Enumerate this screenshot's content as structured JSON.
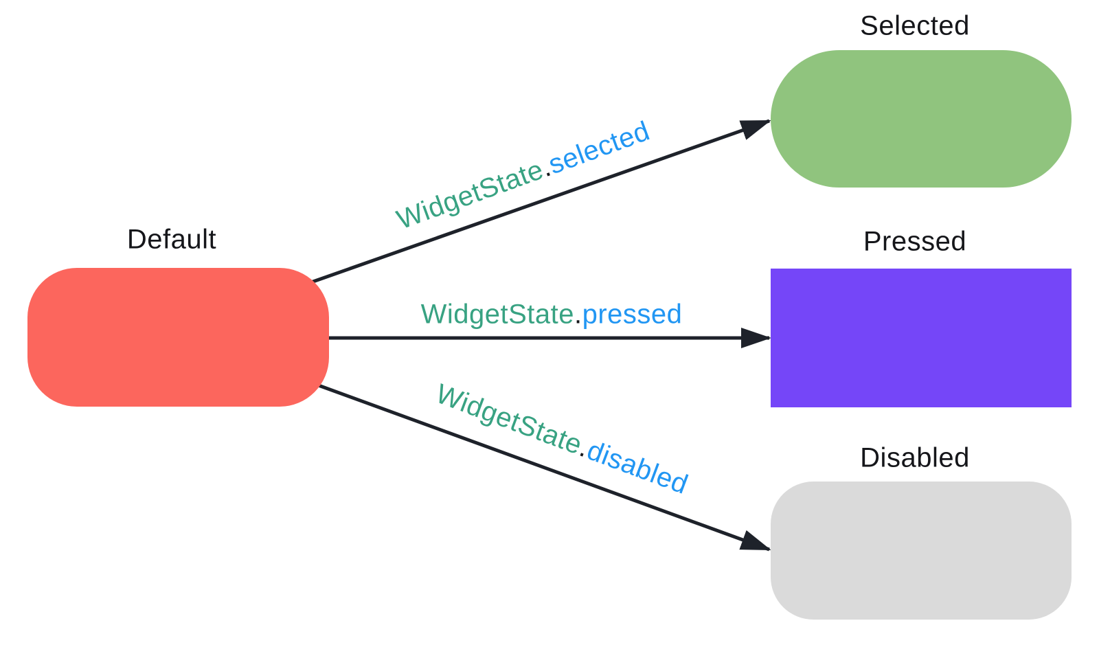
{
  "diagram": {
    "nodes": [
      {
        "id": "default",
        "title": "Default",
        "fill": "#fc665d",
        "shape": "rounded-rect"
      },
      {
        "id": "selected",
        "title": "Selected",
        "fill": "#90c47e",
        "shape": "pill"
      },
      {
        "id": "pressed",
        "title": "Pressed",
        "fill": "#7546f8",
        "shape": "rect"
      },
      {
        "id": "disabled",
        "title": "Disabled",
        "fill": "#dadada",
        "shape": "rounded-rect"
      }
    ],
    "edges": [
      {
        "from": "Default",
        "to": "Selected",
        "label": {
          "class_text": "WidgetState",
          "dot": ".",
          "property_text": "selected"
        }
      },
      {
        "from": "Default",
        "to": "Pressed",
        "label": {
          "class_text": "WidgetState",
          "dot": ".",
          "property_text": "pressed"
        }
      },
      {
        "from": "Default",
        "to": "Disabled",
        "label": {
          "class_text": "WidgetState",
          "dot": ".",
          "property_text": "disabled"
        }
      }
    ],
    "colors": {
      "class_name_text": "#38a282",
      "property_text": "#2196f3",
      "arrow": "#1e222a"
    }
  }
}
